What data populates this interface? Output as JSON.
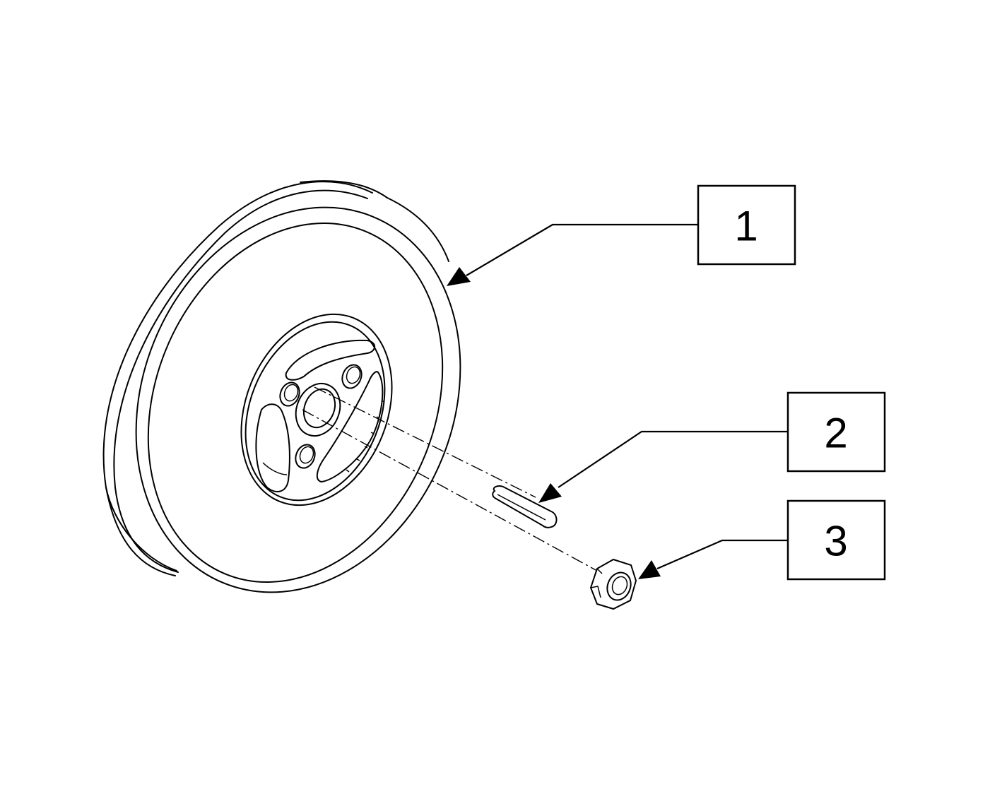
{
  "callouts": [
    {
      "id": "1",
      "label": "1",
      "part": "wheel"
    },
    {
      "id": "2",
      "label": "2",
      "part": "key"
    },
    {
      "id": "3",
      "label": "3",
      "part": "nut"
    }
  ],
  "colors": {
    "line": "#000000",
    "background": "#ffffff"
  }
}
